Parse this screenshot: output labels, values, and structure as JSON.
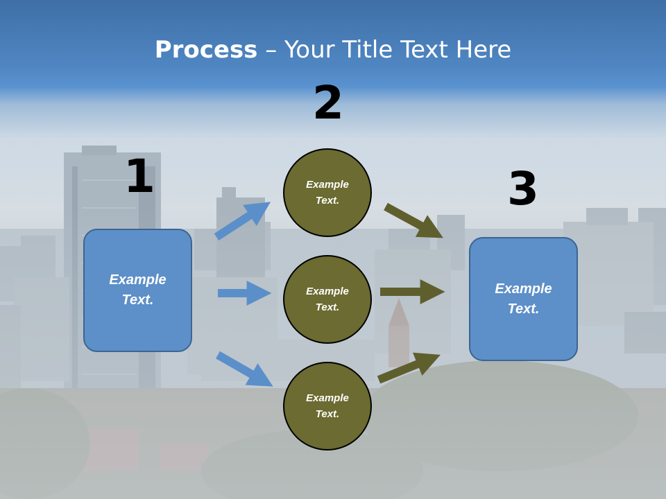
{
  "title": {
    "bold": "Process",
    "rest": " – Your Title Text Here"
  },
  "steps": [
    {
      "number": "1",
      "text": "Example\nText."
    },
    {
      "number": "2",
      "circles": [
        "Example\nText.",
        "Example\nText.",
        "Example\nText."
      ]
    },
    {
      "number": "3",
      "text": "Example\nText."
    }
  ],
  "colors": {
    "box": "#5d8fc8",
    "circle": "#6b6b32",
    "arrow_blue": "#5b8fc9",
    "arrow_olive": "#5f5f2e"
  }
}
